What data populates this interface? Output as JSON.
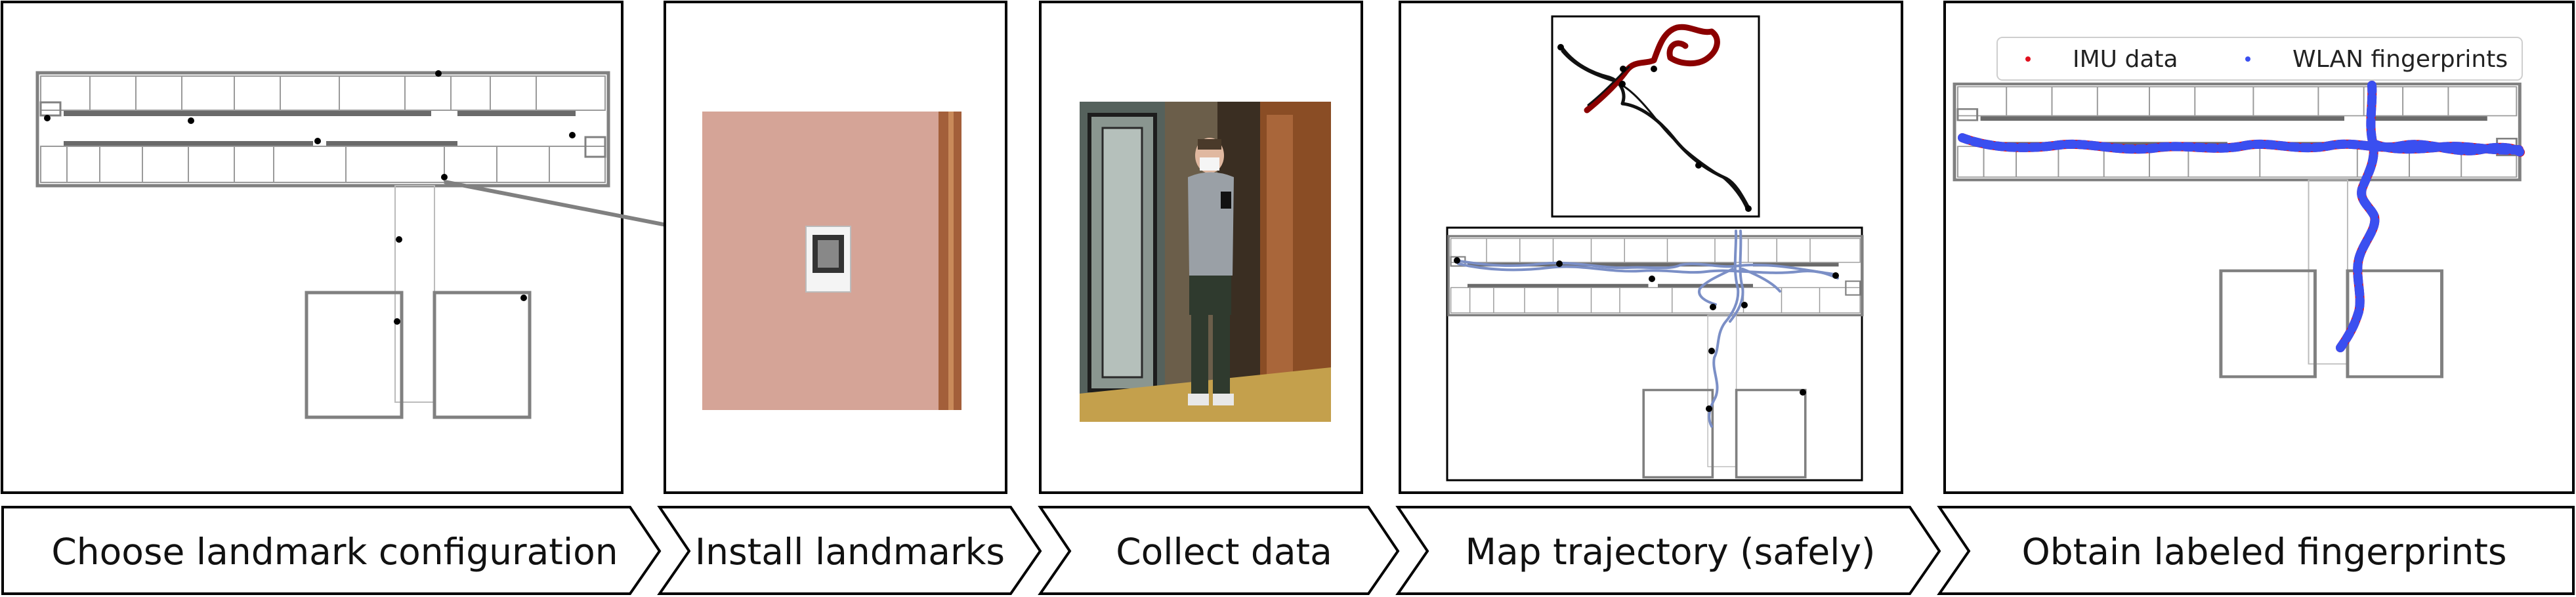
{
  "steps": [
    {
      "label": "Choose landmark configuration"
    },
    {
      "label": "Install landmarks"
    },
    {
      "label": "Collect data"
    },
    {
      "label": "Map trajectory (safely)"
    },
    {
      "label": "Obtain labeled fingerprints"
    }
  ],
  "legend": {
    "imu_label": "IMU data",
    "wlan_label": "WLAN fingerprints",
    "imu_color": "#e0101e",
    "wlan_color": "#3a4ff0"
  },
  "colors": {
    "floorplan_wall": "#808080",
    "panel_border": "#000000",
    "trajectory_map": "#7b8fc6",
    "trajectory_raw": "#8b0000",
    "landmark": "#000000",
    "photo_wall": "#d9a99d",
    "photo_frame_wood": "#a2613b",
    "hallway_floor": "#c7a24f"
  },
  "icons": {
    "landmark_marker": "dot",
    "arrow": "arrow-right"
  }
}
